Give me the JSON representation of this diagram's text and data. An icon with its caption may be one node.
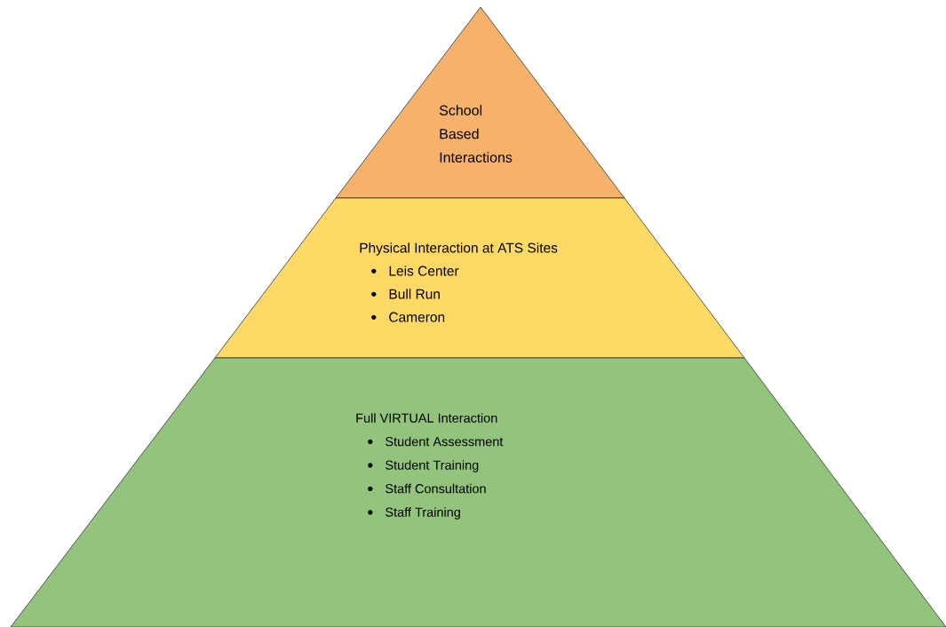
{
  "diagram": {
    "nodes": [
      {
        "text": [
          "School Based Interactions"
        ]
      },
      {
        "text": [
          "Physical Interaction at ATS Sites",
          "Leis Center",
          "Bull Run",
          "Cameron"
        ]
      },
      {
        "text": [
          "Full VIRTUAL Interaction",
          "Student Assessment",
          "Student Training",
          "Staff Consultation",
          "Staff Training"
        ]
      }
    ]
  }
}
